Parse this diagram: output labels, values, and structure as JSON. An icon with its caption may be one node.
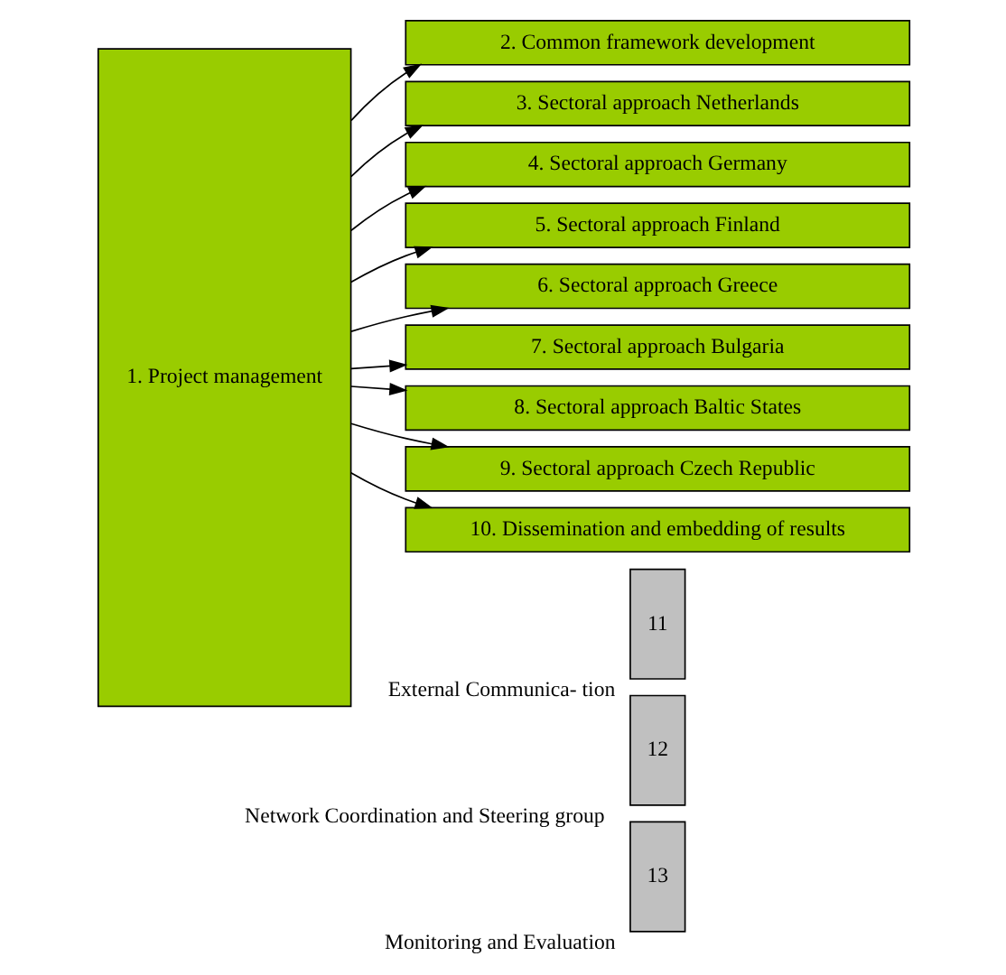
{
  "diagram": {
    "nodes": [
      {
        "text": [
          "1. Project management"
        ]
      },
      {
        "text": [
          "2. Common framework development"
        ]
      },
      {
        "text": [
          "3. Sectoral approach Netherlands"
        ]
      },
      {
        "text": [
          "4. Sectoral approach Germany"
        ]
      },
      {
        "text": [
          "5. Sectoral approach Finland"
        ]
      },
      {
        "text": [
          "6. Sectoral approach Greece"
        ]
      },
      {
        "text": [
          "7. Sectoral approach Bulgaria"
        ]
      },
      {
        "text": [
          "8. Sectoral approach Baltic States"
        ]
      },
      {
        "text": [
          "9. Sectoral approach Czech Republic"
        ]
      },
      {
        "text": [
          "10. Dissemination and embedding of results"
        ]
      },
      {
        "text": [
          "11"
        ],
        "beside": [
          "External Communica- tion"
        ]
      },
      {
        "text": [
          "12"
        ],
        "beside": [
          "Network Coordination and Steering group"
        ]
      },
      {
        "text": [
          "13"
        ],
        "beside": [
          "Monitoring and Evaluation"
        ]
      }
    ],
    "edges": [
      {
        "from": 0,
        "to": 1,
        "arrow": "to"
      },
      {
        "from": 0,
        "to": 2,
        "arrow": "to"
      },
      {
        "from": 0,
        "to": 3,
        "arrow": "to"
      },
      {
        "from": 0,
        "to": 4,
        "arrow": "to"
      },
      {
        "from": 0,
        "to": 5,
        "arrow": "to"
      },
      {
        "from": 0,
        "to": 6,
        "arrow": "to"
      },
      {
        "from": 0,
        "to": 7,
        "arrow": "to"
      },
      {
        "from": 0,
        "to": 8,
        "arrow": "to"
      },
      {
        "from": 0,
        "to": 9,
        "arrow": "to"
      }
    ]
  }
}
